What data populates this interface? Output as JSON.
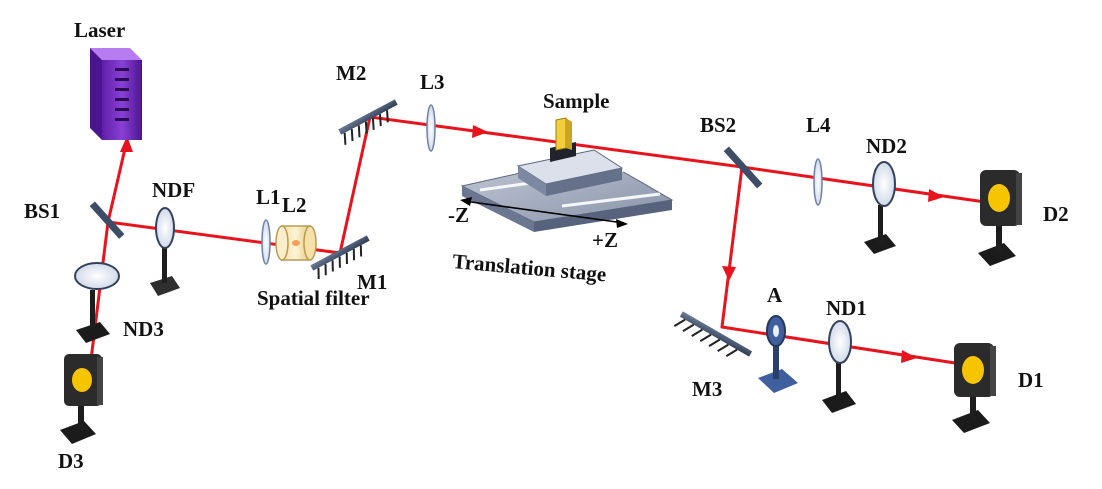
{
  "labels": {
    "laser": "Laser",
    "bs1": "BS1",
    "ndf": "NDF",
    "nd3": "ND3",
    "d3": "D3",
    "l1": "L1",
    "l2": "L2",
    "spatial_filter": "Spatial filter",
    "m1": "M1",
    "m2": "M2",
    "l3": "L3",
    "sample": "Sample",
    "minus_z": "-Z",
    "plus_z": "+Z",
    "translation_stage": "Translation stage",
    "bs2": "BS2",
    "l4": "L4",
    "nd2": "ND2",
    "d2": "D2",
    "m3": "M3",
    "a": "A",
    "nd1": "ND1",
    "d1": "D1"
  },
  "colors": {
    "beam": "#e8131c",
    "laser_body": "#8a3fd6",
    "laser_top": "#b67cf0",
    "detector_face": "#f7c400",
    "detector_body": "#2b2b2b",
    "stage": "#9aa5b8",
    "sample_holder": "#f3cf3c",
    "aperture_mount": "#3f5f9f"
  }
}
